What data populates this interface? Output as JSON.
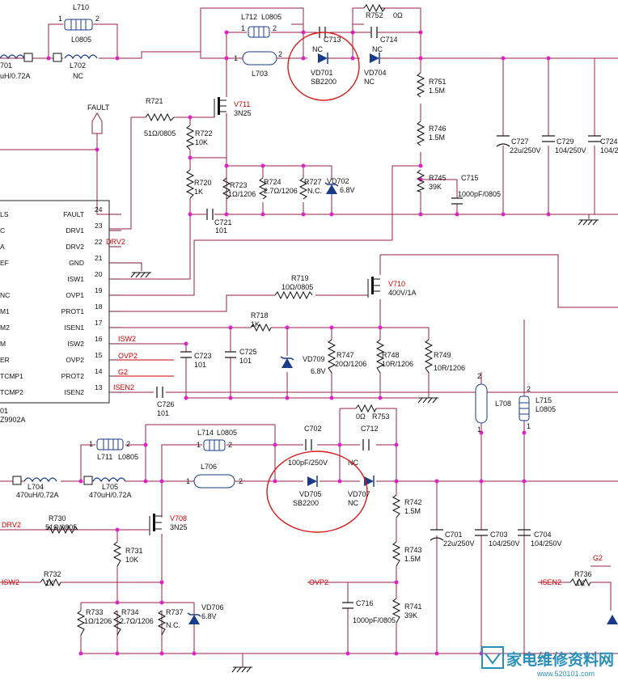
{
  "components": {
    "L710": {
      "ref": "L710",
      "val": "L0805",
      "p1": "1",
      "p2": "2"
    },
    "L702": {
      "ref": "L702",
      "val": "NC"
    },
    "L701": {
      "ref": "701",
      "val": "uH/0.72A"
    },
    "L712": {
      "ref": "L712",
      "val": "L0805",
      "p1": "1",
      "p2": "2"
    },
    "C713": {
      "ref": "C713"
    },
    "R752": {
      "ref": "R752",
      "val": "0Ω"
    },
    "C714": {
      "ref": "C714"
    },
    "L703": {
      "ref": "L703",
      "p1": "1",
      "p2": "2"
    },
    "VD701": {
      "ref": "VD701",
      "val": "SB2200",
      "note": "NC"
    },
    "VD704": {
      "ref": "VD704",
      "val": "NC",
      "note": "NC"
    },
    "R751": {
      "ref": "R751",
      "val": "1.5M"
    },
    "R746": {
      "ref": "R746",
      "val": "1.5M"
    },
    "R745": {
      "ref": "R745",
      "val": "39K"
    },
    "C715": {
      "ref": "C715",
      "val": "1000pF/0805"
    },
    "C727": {
      "ref": "C727",
      "val": "22u/250V"
    },
    "C729": {
      "ref": "C729",
      "val": "104/250V"
    },
    "C724": {
      "ref": "C724",
      "val": "104/2"
    },
    "R721": {
      "ref": "R721",
      "val": "51Ω/0805"
    },
    "V711": {
      "ref": "V711",
      "val": "3N25"
    },
    "R722": {
      "ref": "R722",
      "val": "10K"
    },
    "R720": {
      "ref": "R720",
      "val": "1K"
    },
    "R723": {
      "ref": "R723",
      "val": "1Ω/1206"
    },
    "R724": {
      "ref": "R724",
      "val": "2.7Ω/1206"
    },
    "R727": {
      "ref": "R727",
      "val": "N.C."
    },
    "VD702": {
      "ref": "VD702",
      "val": "6.8V"
    },
    "C721": {
      "ref": "C721",
      "val": "101"
    },
    "R719": {
      "ref": "R719",
      "val": "10Ω/0805"
    },
    "V710": {
      "ref": "V710",
      "val": "400V/1A"
    },
    "R718": {
      "ref": "R718",
      "val": "1K"
    },
    "C723": {
      "ref": "C723",
      "val": "101"
    },
    "C725": {
      "ref": "C725",
      "val": "101"
    },
    "VD709": {
      "ref": "VD709",
      "val": "6.8V"
    },
    "R747": {
      "ref": "R747",
      "val": "20Ω/1206"
    },
    "R748": {
      "ref": "R748",
      "val": "10R/1206"
    },
    "R749": {
      "ref": "R749",
      "val": "10R/1206"
    },
    "C726": {
      "ref": "C726",
      "val": "101"
    },
    "L708": {
      "ref": "L708",
      "p1": "1",
      "p2": "2"
    },
    "L715": {
      "ref": "L715",
      "val": "L0805",
      "p1": "1",
      "p2": "2"
    },
    "L711": {
      "ref": "L711",
      "val": "L0805",
      "p1": "1",
      "p2": "2"
    },
    "L714": {
      "ref": "L714",
      "val": "L0805",
      "p1": "1",
      "p2": "2"
    },
    "C702": {
      "ref": "C702",
      "val": "100pF/250V"
    },
    "C712": {
      "ref": "C712",
      "val": "NC"
    },
    "R753": {
      "ref": "R753",
      "val": "0Ω"
    },
    "L706": {
      "ref": "L706",
      "p1": "1",
      "p2": "2"
    },
    "VD705": {
      "ref": "VD705",
      "val": "SB2200"
    },
    "VD707": {
      "ref": "VD707",
      "val": "NC"
    },
    "L704": {
      "ref": "L704",
      "val": "470uH/0.72A"
    },
    "L705": {
      "ref": "L705",
      "val": "470uH/0.72A"
    },
    "R742": {
      "ref": "R742",
      "val": "1.5M"
    },
    "R743": {
      "ref": "R743",
      "val": "1.5M"
    },
    "R741": {
      "ref": "R741",
      "val": "39K"
    },
    "C716": {
      "ref": "C716",
      "val": "1000pF/0805"
    },
    "C701": {
      "ref": "C701",
      "val": "22u/250V"
    },
    "C703": {
      "ref": "C703",
      "val": "104/250V"
    },
    "C704": {
      "ref": "C704",
      "val": "104/250V"
    },
    "R730": {
      "ref": "R730",
      "val": "51Ω/0805"
    },
    "V708": {
      "ref": "V708",
      "val": "3N25"
    },
    "R731": {
      "ref": "R731",
      "val": "10K"
    },
    "R732": {
      "ref": "R732",
      "val": "1K"
    },
    "R733": {
      "ref": "R733",
      "val": "1Ω/1206"
    },
    "R734": {
      "ref": "R734",
      "val": "2.7Ω/1206"
    },
    "R737": {
      "ref": "R737",
      "val": "N.C."
    },
    "VD706": {
      "ref": "VD706",
      "val": "6.8V"
    },
    "R736": {
      "ref": "R736",
      "val": "1K"
    }
  },
  "ic": {
    "ref": "01",
    "part": "Z9902A",
    "left_pins": [
      "LS",
      "C",
      "A",
      "EF",
      "NC",
      "M1",
      "M2",
      "M",
      "ER",
      "TCMP1",
      "TCMP2"
    ],
    "right_pins": [
      {
        "num": "24",
        "name": "FAULT"
      },
      {
        "num": "23",
        "name": "DRV1"
      },
      {
        "num": "22",
        "name": "DRV2"
      },
      {
        "num": "21",
        "name": "GND"
      },
      {
        "num": "20",
        "name": "ISW1"
      },
      {
        "num": "19",
        "name": "OVP1"
      },
      {
        "num": "18",
        "name": "PROT1"
      },
      {
        "num": "17",
        "name": "ISEN1"
      },
      {
        "num": "16",
        "name": "ISW2"
      },
      {
        "num": "15",
        "name": "OVP2"
      },
      {
        "num": "14",
        "name": "PROT2"
      },
      {
        "num": "13",
        "name": "ISEN2"
      }
    ]
  },
  "nets": {
    "fault": "FAULT",
    "drv2_top": "DRV2",
    "isw2_top": "ISW2",
    "ovp2_top": "OVP2",
    "g2_top": "G2",
    "isen2_top": "ISEN2",
    "drv2_bottom": "DRV2",
    "isw2_bottom": "ISW2",
    "ovp2_bottom": "OVP2",
    "g2_right": "G2",
    "isen2_right": "ISEN2"
  },
  "watermark": {
    "text": "家电维修资料网",
    "url": "www.520101.com"
  },
  "colors": {
    "wire": "#9b1f4a",
    "net_red": "#cc0000",
    "highlight": "#d81b1b",
    "node": "#e020c8",
    "pin_wire": "#7a1a3c"
  }
}
